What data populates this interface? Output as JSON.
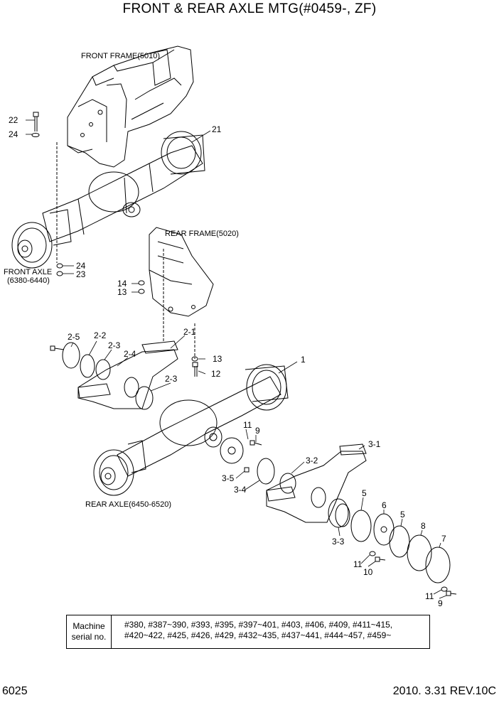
{
  "title": "FRONT & REAR AXLE MTG(#0459-, ZF)",
  "labels": {
    "front_frame": "FRONT FRAME(5010)",
    "rear_frame": "REAR FRAME(5020)",
    "front_axle_1": "FRONT AXLE",
    "front_axle_2": "(6380-6440)",
    "rear_axle": "REAR AXLE(6450-6520)"
  },
  "callouts": {
    "c22": "22",
    "c24a": "24",
    "c21": "21",
    "c24b": "24",
    "c23": "23",
    "c14": "14",
    "c13a": "13",
    "c2_1": "2-1",
    "c2_5": "2-5",
    "c2_2": "2-2",
    "c2_3a": "2-3",
    "c2_4": "2-4",
    "c2_3b": "2-3",
    "c13b": "13",
    "c12": "12",
    "c1": "1",
    "c11a": "11",
    "c9a": "9",
    "c3_1": "3-1",
    "c3_2": "3-2",
    "c3_5": "3-5",
    "c3_4": "3-4",
    "c5a": "5",
    "c6": "6",
    "c5b": "5",
    "c3_3": "3-3",
    "c8": "8",
    "c7": "7",
    "c11b": "11",
    "c10": "10",
    "c11c": "11",
    "c9b": "9"
  },
  "serial": {
    "label_line1": "Machine",
    "label_line2": "serial no.",
    "line1": "#380, #387~390, #393, #395, #397~401, #403, #406, #409, #411~415,",
    "line2": "#420~422, #425, #426, #429, #432~435, #437~441, #444~457, #459~"
  },
  "footer": {
    "page": "6025",
    "date_rev": "2010. 3.31  REV.10C"
  }
}
